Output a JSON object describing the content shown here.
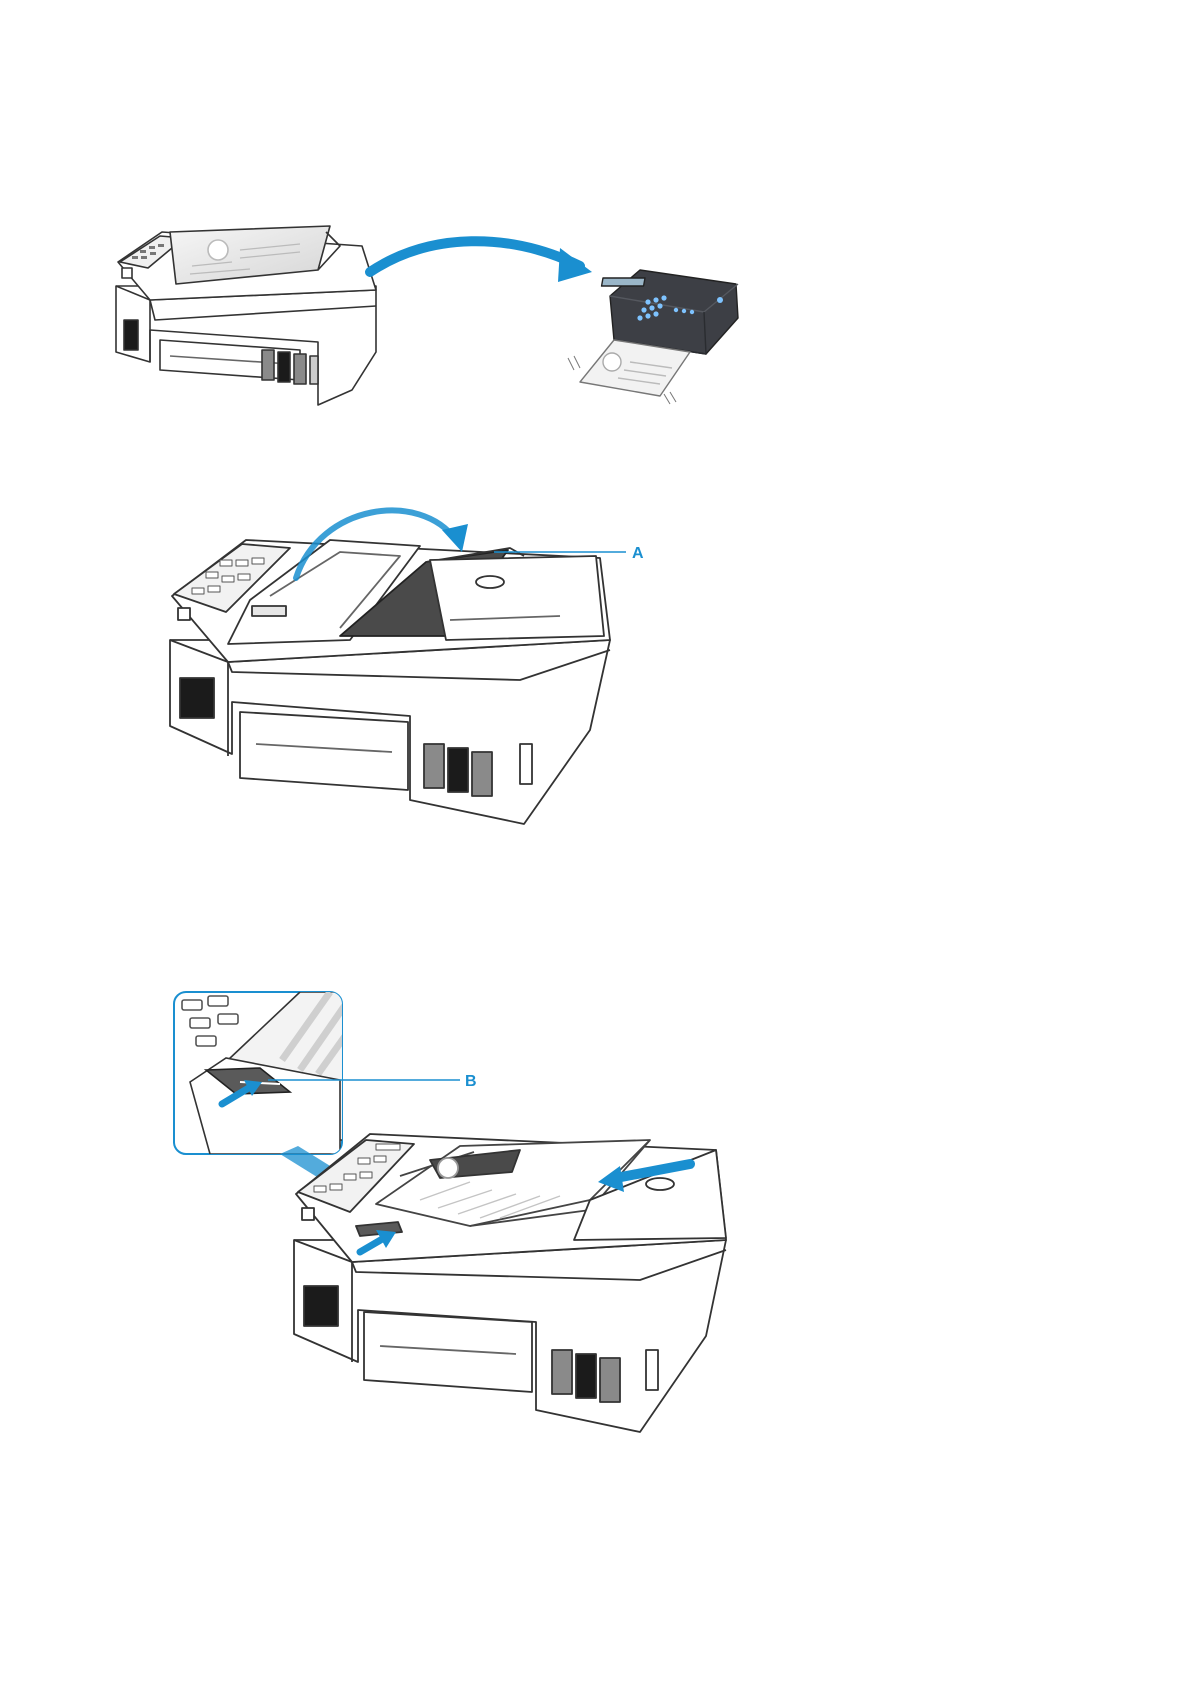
{
  "figures": {
    "fax_transmission": {
      "devices": [
        "printer",
        "fax-machine"
      ],
      "arrow_color": "#1a8fd0"
    },
    "open_document_tray": {
      "callout_label": "A",
      "callout_color": "#1a8fd0"
    },
    "load_document": {
      "callout_label": "B",
      "callout_color": "#1a8fd0",
      "inset_border_color": "#1a8fd0"
    }
  },
  "colors": {
    "line": "#333333",
    "accent": "#1a8fd0",
    "tank_black": "#1b1b1b",
    "tank_gray": "#8a8a8a",
    "fax_body": "#3d3f45"
  }
}
